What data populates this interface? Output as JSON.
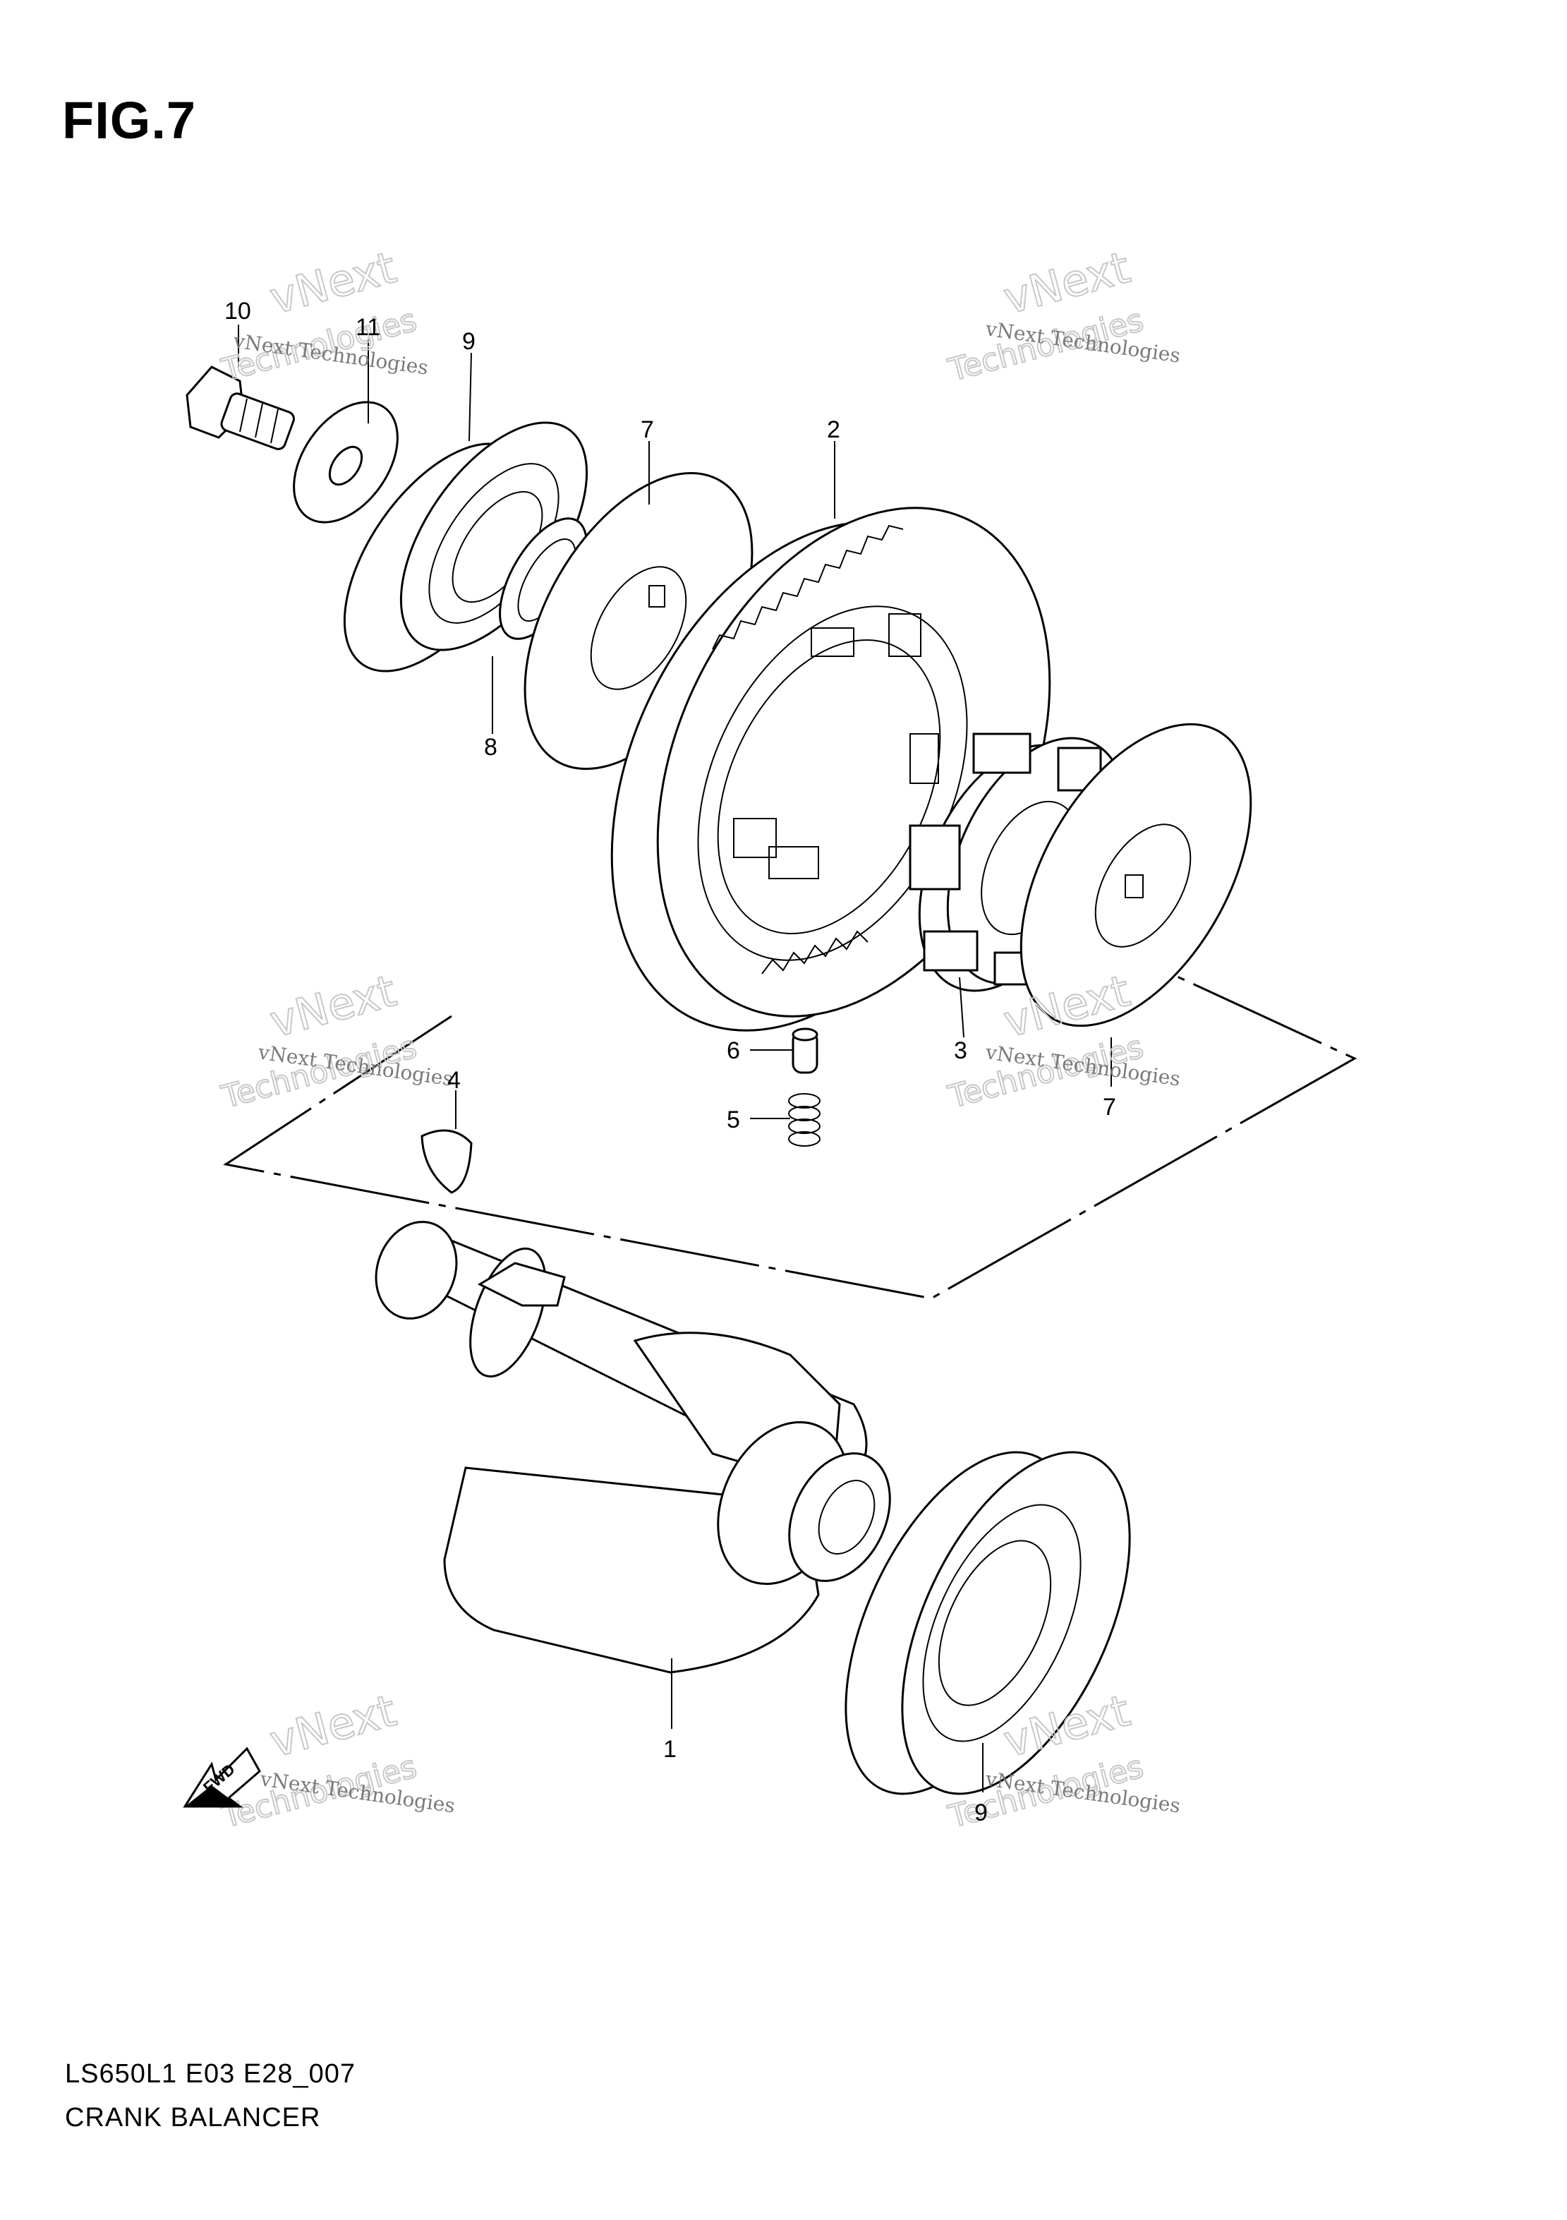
{
  "figure": {
    "title": "FIG.7"
  },
  "footer": {
    "code": "LS650L1 E03 E28_007",
    "name": "CRANK BALANCER"
  },
  "callouts": {
    "c1": "1",
    "c2": "2",
    "c3": "3",
    "c4": "4",
    "c5": "5",
    "c6": "6",
    "c7a": "7",
    "c7b": "7",
    "c8": "8",
    "c9a": "9",
    "c9b": "9",
    "c10": "10",
    "c11": "11"
  },
  "fwd_arrow": {
    "label": "FWD",
    "icon": "forward-arrow-icon"
  },
  "watermark": {
    "line1": "vNext Technologies",
    "line2a": "vNext",
    "line2b": "Technologies"
  }
}
